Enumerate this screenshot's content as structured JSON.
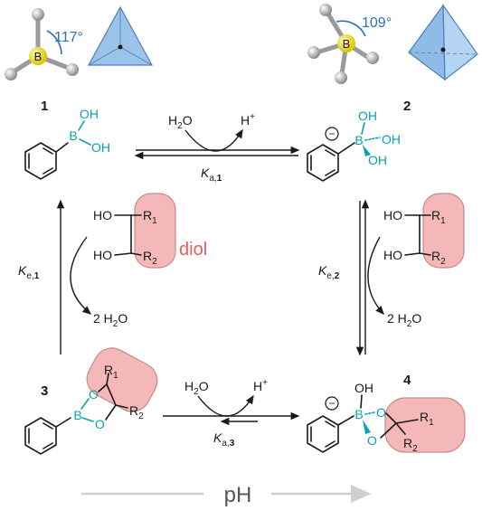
{
  "colors": {
    "boron": "#f1e31b",
    "hydroxyl_text": "#0aa1b3",
    "angle_text": "#2f6fb8",
    "diol_text": "#e06060",
    "diol_box": "#f4b8b8",
    "tetra_fill": "#9cc4ea",
    "ph_arrow": "#cfcfcf"
  },
  "geometry_top": {
    "trigonal_angle": "117°",
    "tetrahedral_angle": "109°",
    "boron_label": "B"
  },
  "compounds": {
    "c1": {
      "number": "1",
      "oh_top": "OH",
      "oh_bottom": "OH",
      "boron": "B"
    },
    "c2": {
      "number": "2",
      "oh_top": "OH",
      "oh_right": "OH",
      "oh_bottom": "OH",
      "boron": "B",
      "charge": "−"
    },
    "c3": {
      "number": "3",
      "o_top": "O",
      "o_bottom": "O",
      "boron": "B",
      "r1": "R",
      "r1_sub": "1",
      "r2": "R",
      "r2_sub": "2"
    },
    "c4": {
      "number": "4",
      "oh": "OH",
      "o_top": "O",
      "o_bottom": "O",
      "boron": "B",
      "charge": "−",
      "r1": "R",
      "r1_sub": "1",
      "r2": "R",
      "r2_sub": "2"
    }
  },
  "diol_left": {
    "ho_top": "HO",
    "ho_bottom": "HO",
    "r1": "R",
    "r1_sub": "1",
    "r2": "R",
    "r2_sub": "2",
    "label": "diol"
  },
  "diol_right": {
    "ho_top": "HO",
    "ho_bottom": "HO",
    "r1": "R",
    "r1_sub": "1",
    "r2": "R",
    "r2_sub": "2"
  },
  "equilibria": {
    "top": {
      "reagent": "H",
      "reagent_sub": "2",
      "reagent_end": "O",
      "product": "H",
      "product_sup": "+",
      "k": "K",
      "k_sub": "a,",
      "k_num": "1"
    },
    "bottom": {
      "reagent": "H",
      "reagent_sub": "2",
      "reagent_end": "O",
      "product": "H",
      "product_sup": "+",
      "k": "K",
      "k_sub": "a,",
      "k_num": "3"
    },
    "left": {
      "k": "K",
      "k_sub": "e,",
      "k_num": "1",
      "product": "2 H",
      "product_sub": "2",
      "product_end": "O"
    },
    "right": {
      "k": "K",
      "k_sub": "e,",
      "k_num": "2",
      "product": "2 H",
      "product_sub": "2",
      "product_end": "O"
    }
  },
  "ph_label": "pH"
}
